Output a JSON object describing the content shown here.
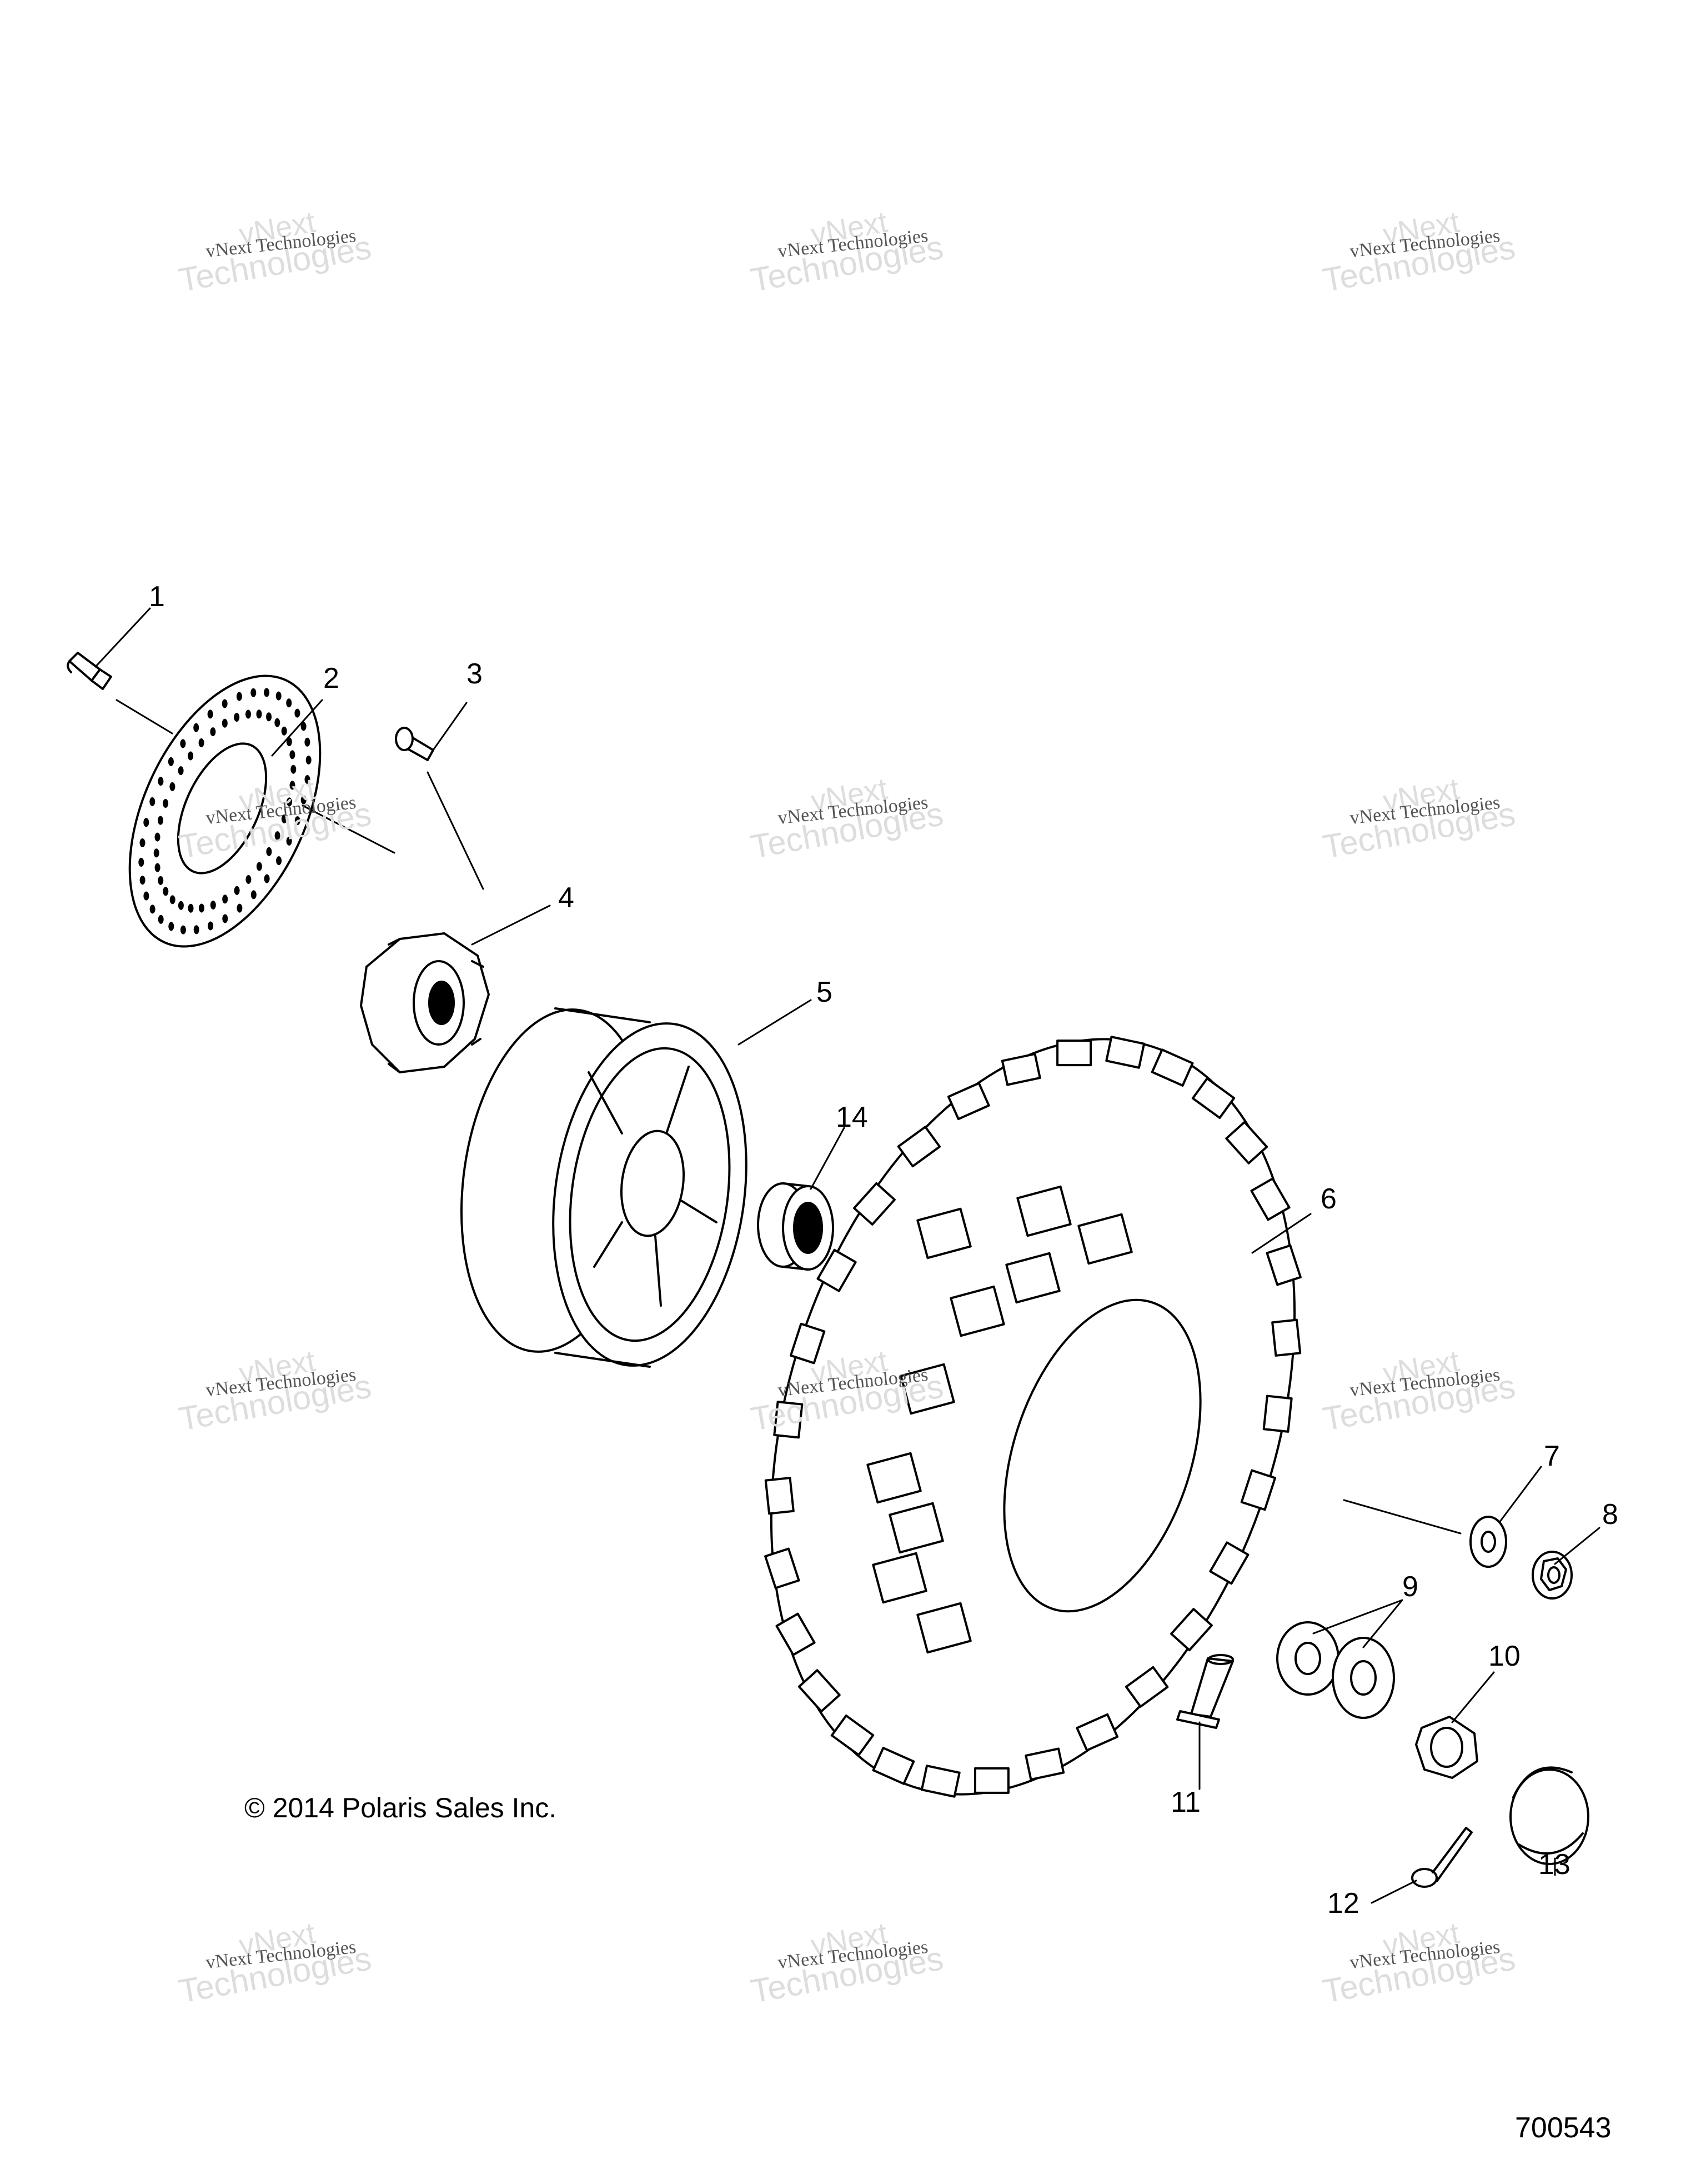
{
  "callouts": [
    "1",
    "2",
    "3",
    "4",
    "5",
    "6",
    "7",
    "8",
    "9",
    "10",
    "11",
    "12",
    "13",
    "14"
  ],
  "copyright": "© 2014 Polaris Sales Inc.",
  "figure_number": "700543",
  "watermark": {
    "line1": "vNext Technologies",
    "line2": "Technologies",
    "line3": "vNext"
  }
}
